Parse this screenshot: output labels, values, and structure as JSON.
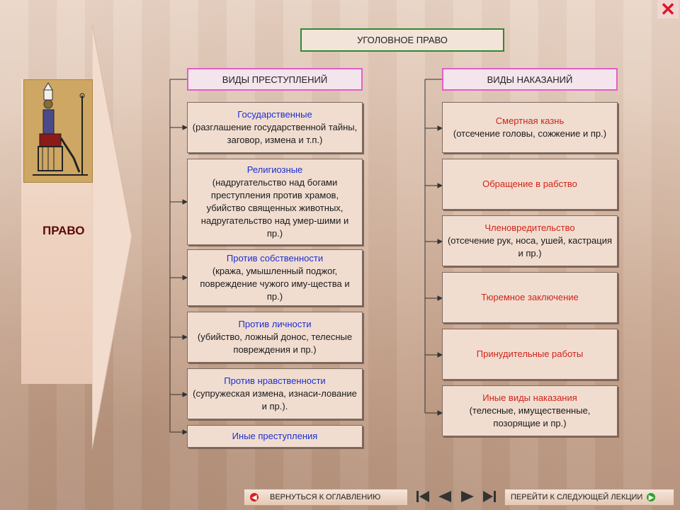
{
  "header": {
    "title": "УГОЛОВНОЕ ПРАВО"
  },
  "side": {
    "label": "ПРАВО"
  },
  "crimes": {
    "heading": "ВИДЫ ПРЕСТУПЛЕНИЙ",
    "items": [
      {
        "name": "Государственные",
        "desc": "(разглашение государственной тайны, заговор, измена и т.п.)"
      },
      {
        "name": "Религиозные",
        "desc": "(надругательство над богами преступления против храмов, убийство священных животных, надругательство над умер-шими и пр.)"
      },
      {
        "name": "Против собственности",
        "desc": "(кража, умышленный поджог, повреждение чужого иму-щества и пр.)"
      },
      {
        "name": "Против личности",
        "desc": "(убийство, ложный донос, телесные повреждения и пр.)"
      },
      {
        "name": "Против нравственности",
        "desc": "(супружеская измена, изнаси-лование и пр.)."
      },
      {
        "name": "Иные преступления",
        "desc": ""
      }
    ]
  },
  "punishments": {
    "heading": "ВИДЫ НАКАЗАНИЙ",
    "items": [
      {
        "name": "Смертная казнь",
        "desc": "(отсечение головы, сожжение и пр.)"
      },
      {
        "name": "Обращение в рабство",
        "desc": ""
      },
      {
        "name": "Членовредительство",
        "desc": "(отсечение рук, носа, ушей, кастрация и пр.)"
      },
      {
        "name": "Тюремное заключение",
        "desc": ""
      },
      {
        "name": "Принудительные работы",
        "desc": ""
      },
      {
        "name": "Иные виды наказания",
        "desc": "(телесные, имущественные, позорящие и пр.)"
      }
    ]
  },
  "nav": {
    "back_label": "ВЕРНУТЬСЯ К ОГЛАВЛЕНИЮ",
    "next_label": "ПЕРЕЙТИ К СЛЕДУЮЩЕЙ ЛЕКЦИИ",
    "icons": [
      "first-icon",
      "prev-icon",
      "next-icon",
      "last-icon"
    ]
  },
  "colors": {
    "crime_name": "#1c2fd0",
    "punishment_name": "#d0241a",
    "title_border": "#2f8a2f",
    "heading_border": "#e060c8"
  }
}
